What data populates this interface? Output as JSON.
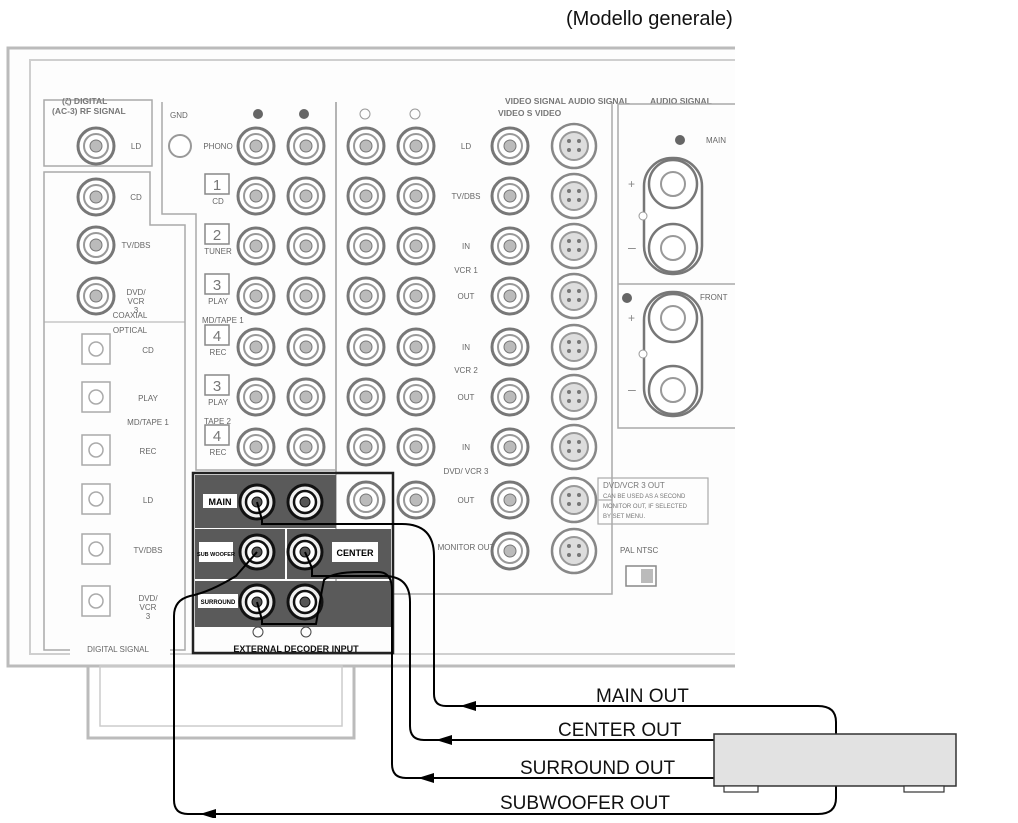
{
  "caption": "(Modello generale)",
  "digital_header": [
    "(ζ) DIGITAL",
    "(AC-3) RF SIGNAL"
  ],
  "gnd_label": "GND",
  "video_header": "VIDEO SIGNAL",
  "audio_header_1": "AUDIO SIGNAL",
  "audio_header_2": "AUDIO SIGNAL",
  "video_sub_header": "VIDEO  S VIDEO",
  "left_top_labels": [
    "LD",
    "CD",
    "TV/DBS",
    "DVD/ VCR 3"
  ],
  "coaxial_label": "COAXIAL",
  "optical_label": "OPTICAL",
  "optical_labels": [
    "CD",
    "PLAY",
    "REC",
    "LD",
    "TV/DBS",
    "DVD/ VCR 3"
  ],
  "md_tape_label_left": "MD/TAPE 1",
  "digital_signal_footer": "DIGITAL SIGNAL",
  "audio_inputs": [
    {
      "num": "",
      "label": "PHONO"
    },
    {
      "num": "1",
      "label": "CD"
    },
    {
      "num": "2",
      "label": "TUNER"
    },
    {
      "num": "3",
      "label": "PLAY"
    },
    {
      "num": "4",
      "label": "REC"
    },
    {
      "num": "3",
      "label": "PLAY"
    },
    {
      "num": "4",
      "label": "REC"
    }
  ],
  "md_tape_label": "MD/TAPE 1",
  "tape2_label": "TAPE 2",
  "video_labels": [
    "LD",
    "TV/DBS",
    "IN",
    "OUT",
    "IN",
    "OUT",
    "IN",
    "OUT"
  ],
  "vcr1_label": "VCR 1",
  "vcr2_label": "VCR 2",
  "dvd_vcr3_label": "DVD/ VCR 3",
  "monitor_out_label": "MONITOR OUT",
  "dvd_note": [
    "DVD/VCR 3  OUT",
    "CAN BE USED AS A SECOND",
    "MONITOR OUT, IF SELECTED",
    "BY SET MENU."
  ],
  "pal_ntsc_label": "PAL NTSC",
  "speaker_main_label": "MAIN",
  "speaker_front_label": "FRONT",
  "decoder": {
    "main": "MAIN",
    "sub": "SUB WOOFER",
    "center": "CENTER",
    "surround": "SURROUND",
    "title": "EXTERNAL DECODER INPUT"
  },
  "outputs": [
    "MAIN OUT",
    "CENTER OUT",
    "SURROUND OUT",
    "SUBWOOFER OUT"
  ]
}
